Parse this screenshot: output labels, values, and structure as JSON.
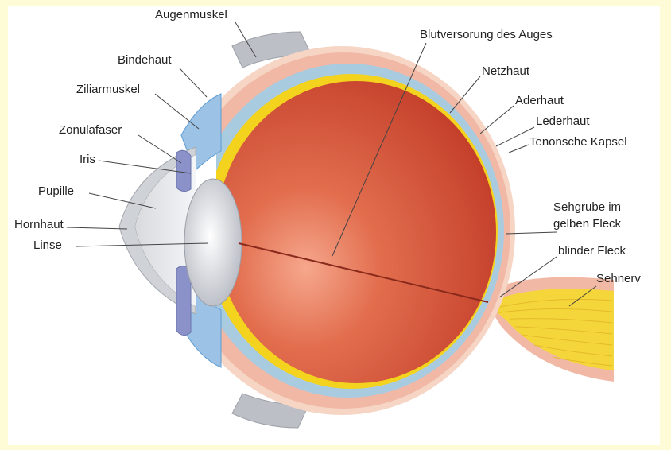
{
  "labels": {
    "augenmuskel": "Augenmuskel",
    "bindehaut": "Bindehaut",
    "ziliarmuskel": "Ziliarmuskel",
    "zonulafaser": "Zonulafaser",
    "iris": "Iris",
    "pupille": "Pupille",
    "hornhaut": "Hornhaut",
    "linse": "Linse",
    "blutversorgung": "Blutversorung des Auges",
    "netzhaut": "Netzhaut",
    "aderhaut": "Aderhaut",
    "lederhaut": "Lederhaut",
    "tenonsche_kapsel": "Tenonsche Kapsel",
    "sehgrube_line1": "Sehgrube im",
    "sehgrube_line2": "gelben Fleck",
    "blinder_fleck": "blinder Fleck",
    "sehnerv": "Sehnerv"
  },
  "colors": {
    "page_border": "#fefcd6",
    "vitreous": "#d9543a",
    "retina": "#f4d31e",
    "choroid": "#a9cbe0",
    "sclera": "#f1b8a6",
    "tenon": "#f6d5c5",
    "lens": "#d4d6dc",
    "iris": "#8a92c9",
    "ciliary": "#6fa8dc",
    "muscle": "#b9bcc2",
    "optic_nerve": "#f4d63a",
    "leader_line": "#444444"
  }
}
